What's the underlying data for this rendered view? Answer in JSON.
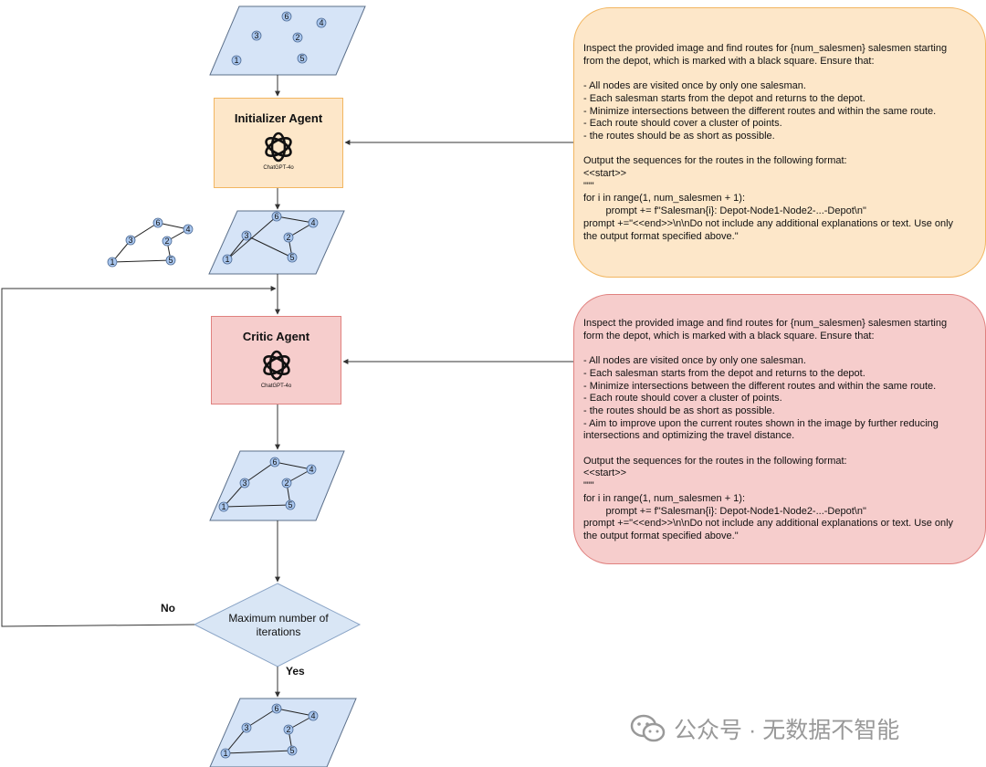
{
  "initializer": {
    "title": "Initializer Agent",
    "model": "ChatGPT-4o"
  },
  "critic": {
    "title": "Critic Agent",
    "model": "ChatGPT-4o"
  },
  "decision": {
    "text": "Maximum number of iterations",
    "no_label": "No",
    "yes_label": "Yes"
  },
  "init_prompt": "Inspect the provided image and find routes for {num_salesmen} salesmen starting from the depot, which is marked with a black square. Ensure that:\n\n- All nodes are visited once by only one salesman.\n- Each salesman starts from the depot and returns to the depot.\n- Minimize intersections between the different routes and within the same route.\n- Each route should cover a cluster of points.\n- the routes should be as short as possible.\n\nOutput the sequences for the routes in the following format:\n<<start>>\n\"\"\"\nfor i in range(1, num_salesmen + 1):\n        prompt += f\"Salesman{i}: Depot-Node1-Node2-...-Depot\\n\"\nprompt +=\"<<end>>\\n\\nDo not include any additional explanations or text. Use only the output format specified above.\"",
  "critic_prompt": "Inspect the provided image and find routes for {num_salesmen} salesmen starting form the depot, which is marked with a black square. Ensure that:\n\n- All nodes are visited once by only one salesman.\n- Each salesman starts from the depot and returns to the depot.\n- Minimize intersections between the different routes and within the same route.\n- Each route should cover a cluster of points.\n- the routes should be as short as possible.\n- Aim to improve upon the current routes shown in the image by further reducing intersections and optimizing the travel distance.\n\nOutput the sequences for the routes in the following format:\n<<start>>\n\"\"\"\nfor i in range(1, num_salesmen + 1):\n        prompt += f\"Salesman{i}: Depot-Node1-Node2-...-Depot\\n\"\nprompt +=\"<<end>>\\n\\nDo not include any additional explanations or text. Use only the output format specified above.\"",
  "node_labels": [
    "1",
    "2",
    "3",
    "4",
    "5",
    "6"
  ],
  "watermark": "公众号 · 无数据不智能",
  "colors": {
    "parallelogram_fill": "#d6e4f7",
    "parallelogram_stroke": "#5b6f8a",
    "node_fill": "#a9c6ee",
    "initializer_fill": "#fde7c9",
    "critic_fill": "#f6cdcc",
    "decision_fill": "#d9e6f5"
  }
}
